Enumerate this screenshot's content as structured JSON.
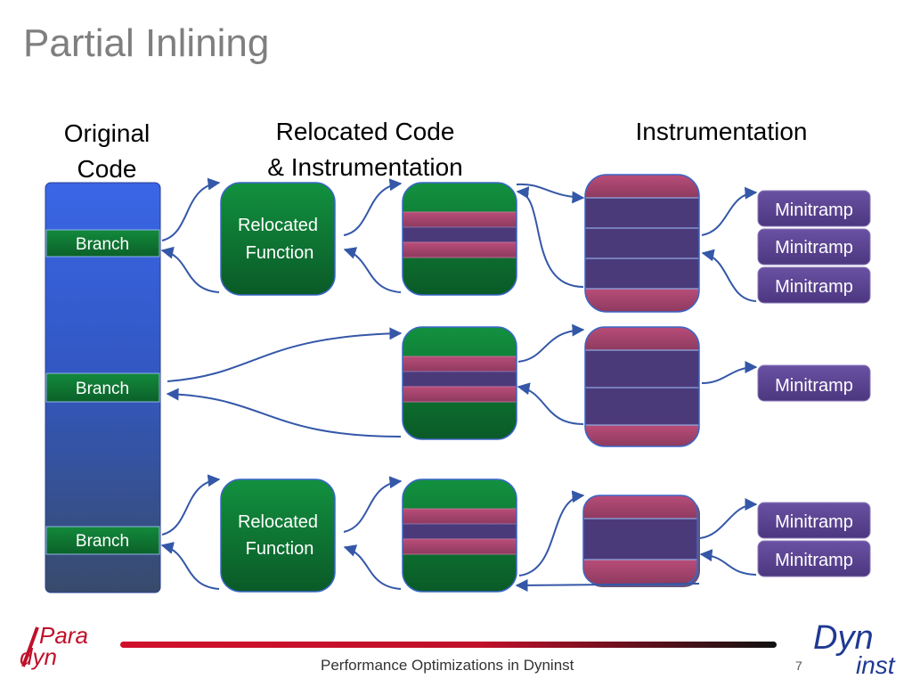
{
  "slide": {
    "title": "Partial Inlining",
    "page_number": "7",
    "footer": "Performance Optimizations in Dyninst"
  },
  "headers": {
    "original_line1": "Original",
    "original_line2": "Code",
    "relocated_line1": "Relocated Code",
    "relocated_line2": "& Instrumentation",
    "instrumentation": "Instrumentation"
  },
  "labels": {
    "branch": "Branch",
    "relocated_line1": "Relocated",
    "relocated_line2": "Function",
    "minitramp": "Minitramp"
  },
  "logos": {
    "paradyn_part1": "Para",
    "paradyn_part2": "dyn",
    "dyninst_part1": "Dyn",
    "dyninst_part2": "inst"
  },
  "colors": {
    "title_gray": "#7f7f7f",
    "code_blue_top": "#3a63e0",
    "code_blue_bottom": "#384e72",
    "green": "#0f7a35",
    "purple": "#4b3a7a",
    "magenta": "#a3446a",
    "minitramp": "#5e4592",
    "arrow": "#3457a8",
    "logo_red": "#c0102a",
    "logo_blue": "#1f3a93"
  }
}
